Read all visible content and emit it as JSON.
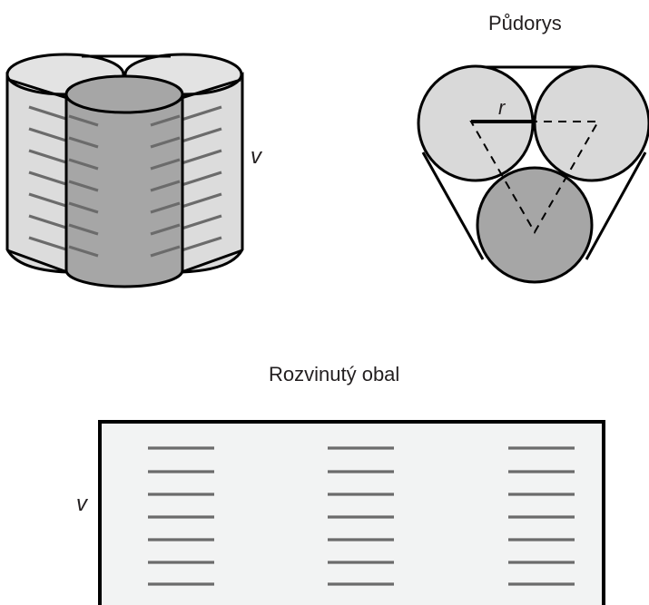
{
  "labels": {
    "plan_title": "Půdorys",
    "net_title": "Rozvinutý obal",
    "height_solid": "v",
    "height_net": "v",
    "radius": "r"
  },
  "colors": {
    "outline": "#000000",
    "light_cylinder": "#d9d9d9",
    "side_face": "#dcdcdc",
    "front_cylinder": "#a6a6a6",
    "net_fill": "#f2f3f3",
    "hatch": "#6b6b6b",
    "text": "#231f20"
  }
}
